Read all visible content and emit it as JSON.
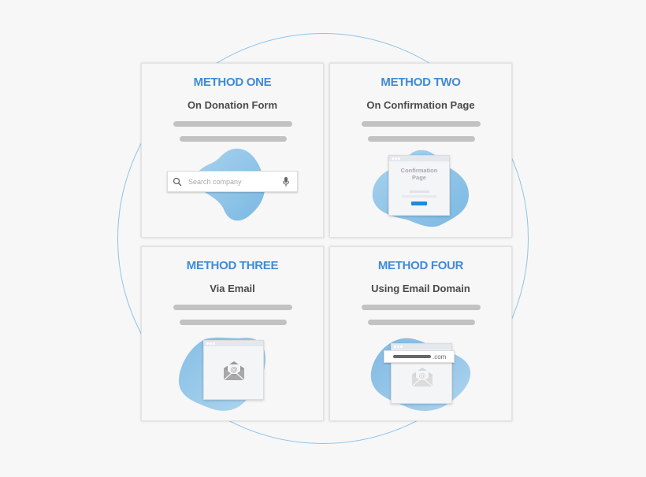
{
  "colors": {
    "accent": "#3f8ad8",
    "blob": "#8cc4e6",
    "button": "#1a8be0",
    "bars": "#c2c2c2"
  },
  "methods": [
    {
      "title": "METHOD ONE",
      "subtitle": "On Donation Form",
      "illustration": {
        "type": "search-box",
        "placeholder": "Search company",
        "icons": [
          "search-icon",
          "microphone-icon"
        ]
      }
    },
    {
      "title": "METHOD TWO",
      "subtitle": "On Confirmation Page",
      "illustration": {
        "type": "confirmation-window",
        "window_title_line1": "Confirmation",
        "window_title_line2": "Page"
      }
    },
    {
      "title": "METHOD THREE",
      "subtitle": "Via Email",
      "illustration": {
        "type": "email-window",
        "icons": [
          "envelope-at-icon"
        ]
      }
    },
    {
      "title": "METHOD FOUR",
      "subtitle": "Using Email Domain",
      "illustration": {
        "type": "email-domain-window",
        "domain_suffix": ".com",
        "icons": [
          "envelope-at-icon"
        ]
      }
    }
  ]
}
